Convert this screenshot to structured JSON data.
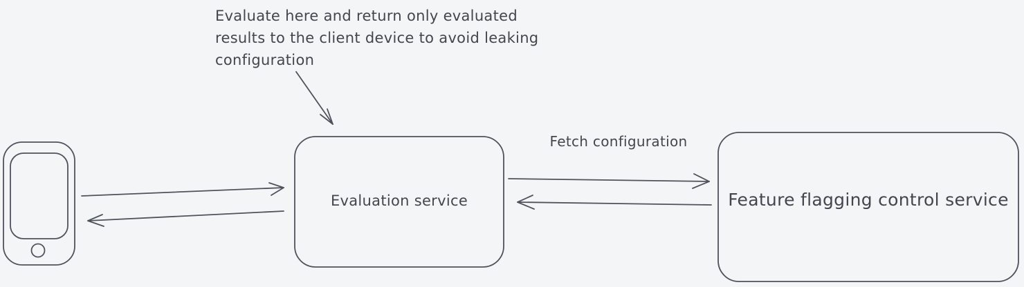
{
  "canvas": {
    "background_color": "#f4f5f7",
    "stroke_color": "#4d525c",
    "text_color": "#43464f"
  },
  "annotation": {
    "lines": [
      "Evaluate here and return only evaluated",
      "results to the client device to avoid leaking",
      "configuration"
    ]
  },
  "nodes": {
    "client_device": {
      "icon": "smartphone-icon"
    },
    "evaluation_service": {
      "label": "Evaluation service"
    },
    "feature_flagging_control_service": {
      "label": "Feature flagging control service"
    }
  },
  "edges": {
    "evaluation_to_control": {
      "label": "Fetch configuration"
    }
  }
}
